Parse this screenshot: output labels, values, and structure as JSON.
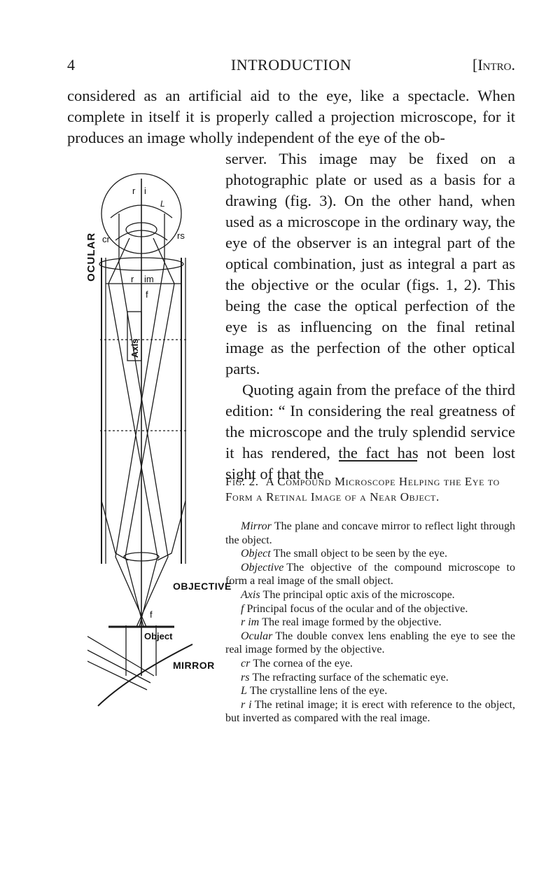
{
  "header": {
    "page_number": "4",
    "running_title": "INTRODUCTION",
    "section": "[Intro."
  },
  "body_full_width": "considered as an artificial aid to the eye, like a spectacle. When complete in itself it is properly called a projection microscope, for it produces an image wholly independent of the eye of the ob-",
  "body_column": {
    "paragraph_1": "server. This image may be fixed on a photographic plate or used as a basis for a drawing (fig. 3). On the other hand, when used as a microscope in the ordinary way, the eye of the observer is an integral part of the optical combination, just as integral a part as the objective or the ocular (figs. 1, 2). This being the case the optical perfection of the eye is as influencing on the final retinal image as the perfection of the other optical parts.",
    "paragraph_2": "Quoting again from the preface of the third edition: “ In considering the real greatness of the microscope and the truly splendid service it has rendered, the fact has not been lost sight of that the"
  },
  "figure": {
    "label_ocular": "OCULAR",
    "label_cr": "cr",
    "label_rs": "rs",
    "label_r_top": "r",
    "label_i_top": "i",
    "label_L": "L",
    "label_r_mid": "r",
    "label_im": "im",
    "label_f_top": "f",
    "label_axis": "Axis",
    "label_objective": "OBJECTIVE",
    "label_f_bottom": "f",
    "label_object": "Object",
    "label_mirror": "MIRROR"
  },
  "caption": {
    "fig_number": "Fig. 2.",
    "title": "A Compound Microscope Helping the Eye to Form a Retinal Image of a Near Object.",
    "entries": [
      {
        "term": "Mirror",
        "text": "The plane and concave mirror to reflect light through the object."
      },
      {
        "term": "Object",
        "text": "The small object to be seen by the eye."
      },
      {
        "term": "Objective",
        "text": "The objective of the compound microscope to form a real image of the small object."
      },
      {
        "term": "Axis",
        "text": "The principal optic axis of the microscope."
      },
      {
        "term": "f",
        "text": "Principal focus of the ocular and of the objective."
      },
      {
        "term": "r im",
        "text": "The real image formed by the objective."
      },
      {
        "term": "Ocular",
        "text": "The double convex lens enabling the eye to see the real image formed by the objective."
      },
      {
        "term": "cr",
        "text": "The cornea of the eye."
      },
      {
        "term": "rs",
        "text": "The refracting surface of the schematic eye."
      },
      {
        "term": "L",
        "text": "The crystalline lens of the eye."
      },
      {
        "term": "r i",
        "text": "The retinal image; it is erect with reference to the object, but inverted as compared with the real image."
      }
    ]
  }
}
